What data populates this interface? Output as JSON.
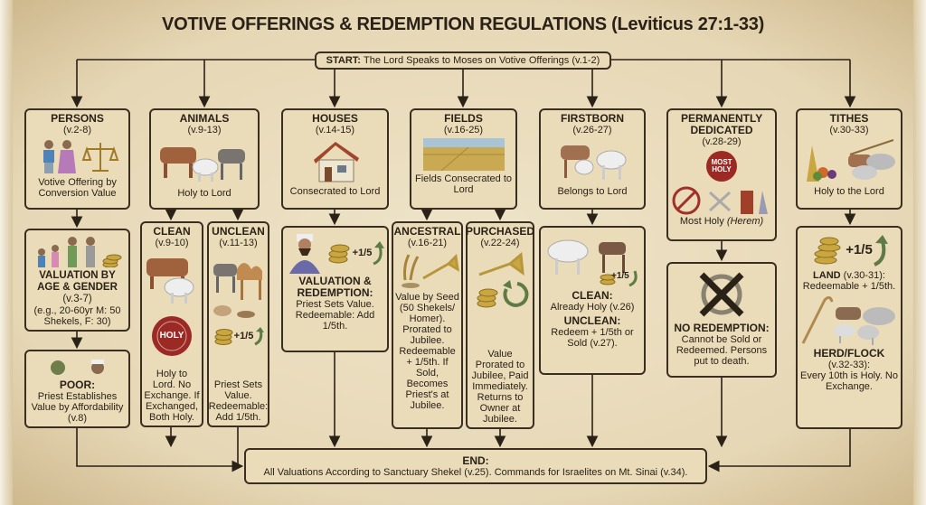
{
  "title": "VOTIVE OFFERINGS & REDEMPTION REGULATIONS",
  "title_ref": "(Leviticus 27:1-33)",
  "start": {
    "label": "START:",
    "text": "The Lord Speaks to Moses on Votive Offerings (v.1-2)"
  },
  "persons": {
    "title": "PERSONS",
    "verse": "(v.2-8)",
    "desc": "Votive Offering by Conversion Value",
    "valuation": {
      "title": "VALUATION BY AGE & GENDER",
      "verse": "(v.3-7)",
      "desc": "(e.g., 20-60yr M: 50 Shekels, F: 30)"
    },
    "poor": {
      "title": "POOR:",
      "desc": "Priest Establishes Value by Affordability (v.8)"
    }
  },
  "animals": {
    "title": "ANIMALS",
    "verse": "(v.9-13)",
    "desc": "Holy to Lord",
    "clean": {
      "title": "CLEAN",
      "verse": "(v.9-10)",
      "seal": "HOLY",
      "desc": "Holy to Lord. No Exchange. If Exchanged, Both Holy."
    },
    "unclean": {
      "title": "UNCLEAN",
      "verse": "(v.11-13)",
      "badge": "+1/5",
      "desc": "Priest Sets Value. Redeemable: Add 1/5th."
    }
  },
  "houses": {
    "title": "HOUSES",
    "verse": "(v.14-15)",
    "desc": "Consecrated to Lord",
    "redemption": {
      "badge": "+1/5",
      "title": "VALUATION & REDEMPTION:",
      "desc": "Priest Sets Value. Redeemable: Add 1/5th."
    }
  },
  "fields": {
    "title": "FIELDS",
    "verse": "(v.16-25)",
    "desc": "Fields Consecrated to Lord",
    "ancestral": {
      "title": "ANCESTRAL",
      "verse": "(v.16-21)",
      "desc": "Value by Seed (50 Shekels/ Homer). Prorated to Jubilee. Redeemable + 1/5th. If Sold, Becomes Priest's at Jubilee."
    },
    "purchased": {
      "title": "PURCHASED",
      "verse": "(v.22-24)",
      "desc": "Value Prorated to Jubilee, Paid Immediately. Returns to Owner at Jubilee."
    }
  },
  "firstborn": {
    "title": "FIRSTBORN",
    "verse": "(v.26-27)",
    "desc": "Belongs to Lord",
    "detail": {
      "badge": "+1/5",
      "clean_title": "CLEAN:",
      "clean_desc": "Already Holy (v.26)",
      "unclean_title": "UNCLEAN:",
      "unclean_desc": "Redeem + 1/5th or Sold (v.27)."
    }
  },
  "dedicated": {
    "title": "PERMANENTLY DEDICATED",
    "verse": "(v.28-29)",
    "seal": "MOST HOLY",
    "desc": "Most Holy",
    "desc_em": "(Herem)",
    "no_redemption": {
      "title": "NO REDEMPTION:",
      "desc": "Cannot be Sold or Redeemed. Persons put to death."
    }
  },
  "tithes": {
    "title": "TITHES",
    "verse": "(v.30-33)",
    "desc": "Holy to the Lord",
    "detail": {
      "badge": "+1/5",
      "land_title": "LAND",
      "land_verse": "(v.30-31):",
      "land_desc": "Redeemable + 1/5th.",
      "herd_title": "HERD/FLOCK",
      "herd_verse": "(v.32-33):",
      "herd_desc": "Every 10th is Holy. No Exchange."
    }
  },
  "end": {
    "label": "END:",
    "text": "All Valuations According to Sanctuary Shekel (v.25). Commands for Israelites on Mt. Sinai (v.34)."
  },
  "colors": {
    "box_fill": "#eadcb9",
    "border": "#3a2e20",
    "seal": "#9c2a24",
    "arrow_green": "#5e7a45",
    "coin": "#c9a640"
  }
}
